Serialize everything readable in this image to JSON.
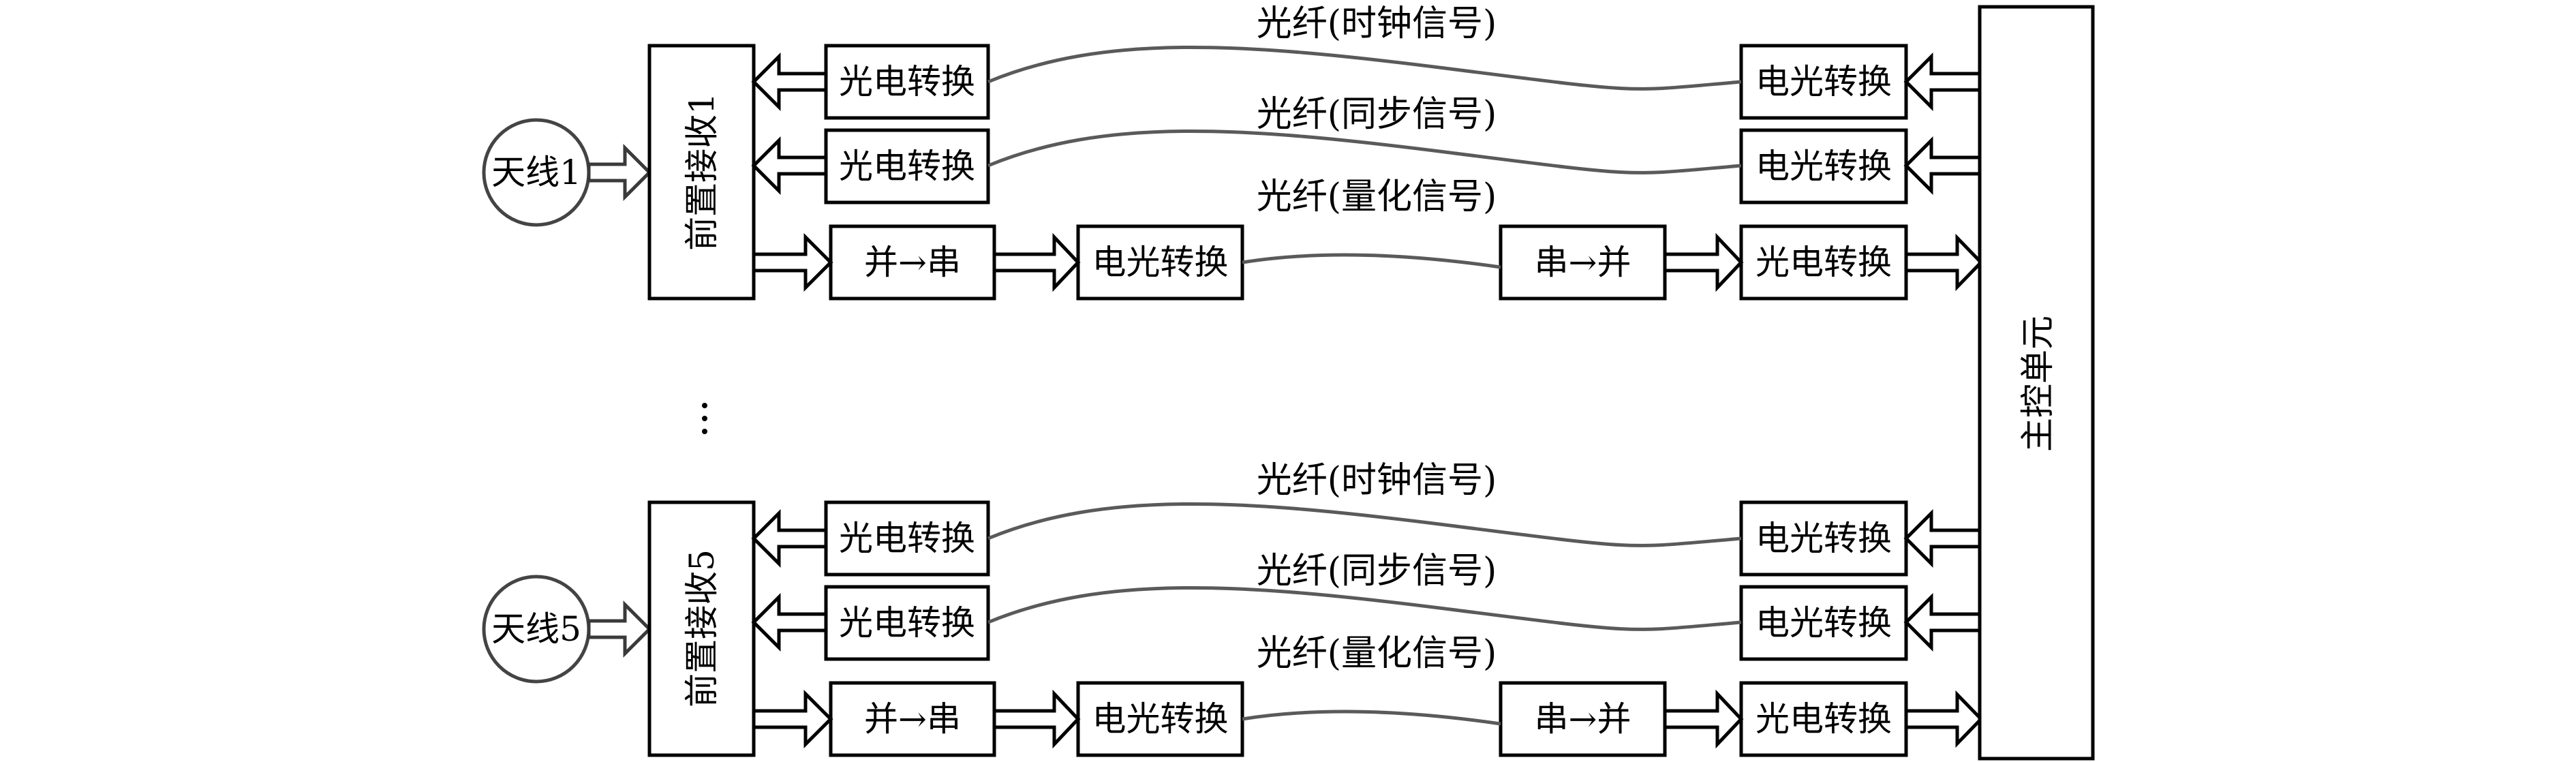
{
  "diagram": {
    "main_unit": {
      "label": "主控单元"
    },
    "ellipsis": "⋮",
    "colors": {
      "box_stroke": "#000000",
      "fiber": "#5a5a5a",
      "antenna": "#444444"
    },
    "channels": [
      {
        "antenna": "天线1",
        "front_end": "前置接收1",
        "rows": [
          {
            "left_box": "光电转换",
            "right_box": "电光转换",
            "fiber_label": "光纤(时钟信号)",
            "direction": "to-front-end"
          },
          {
            "left_box": "光电转换",
            "right_box": "电光转换",
            "fiber_label": "光纤(同步信号)",
            "direction": "to-front-end"
          },
          {
            "chain": [
              "并→串",
              "电光转换",
              "串→并",
              "光电转换"
            ],
            "fiber_label": "光纤(量化信号)",
            "direction": "to-main-unit"
          }
        ]
      },
      {
        "antenna": "天线5",
        "front_end": "前置接收5",
        "rows": [
          {
            "left_box": "光电转换",
            "right_box": "电光转换",
            "fiber_label": "光纤(时钟信号)",
            "direction": "to-front-end"
          },
          {
            "left_box": "光电转换",
            "right_box": "电光转换",
            "fiber_label": "光纤(同步信号)",
            "direction": "to-front-end"
          },
          {
            "chain": [
              "并→串",
              "电光转换",
              "串→并",
              "光电转换"
            ],
            "fiber_label": "光纤(量化信号)",
            "direction": "to-main-unit"
          }
        ]
      }
    ]
  }
}
